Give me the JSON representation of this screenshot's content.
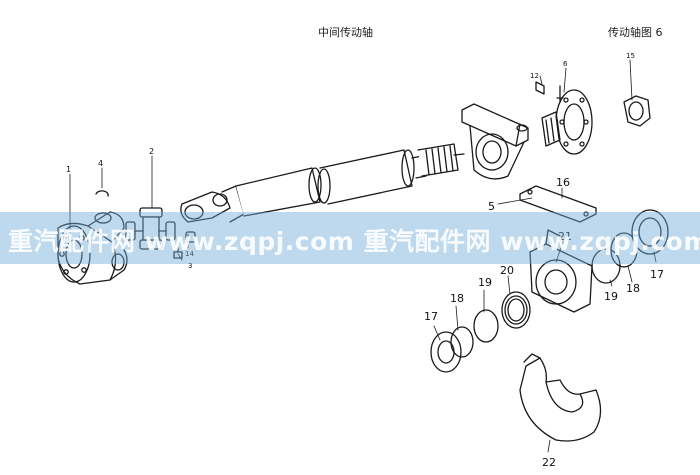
{
  "header": {
    "center_title": "中间传动轴",
    "right_title": "传动轴图 6"
  },
  "watermark": {
    "text": "重汽配件网  www.zqpj.com  重汽配件网  www.zqpj.com",
    "band_color": "#6eaad7"
  },
  "callouts": {
    "part_1": "1",
    "part_2": "2",
    "part_3": "3",
    "part_4": "4",
    "part_5": "5",
    "part_6": "6",
    "part_12": "12",
    "part_14": "14",
    "part_15": "15",
    "part_16": "16",
    "part_17a": "17",
    "part_17b": "17",
    "part_18a": "18",
    "part_18b": "18",
    "part_19a": "19",
    "part_19b": "19",
    "part_20": "20",
    "part_21": "21",
    "part_22": "22"
  }
}
